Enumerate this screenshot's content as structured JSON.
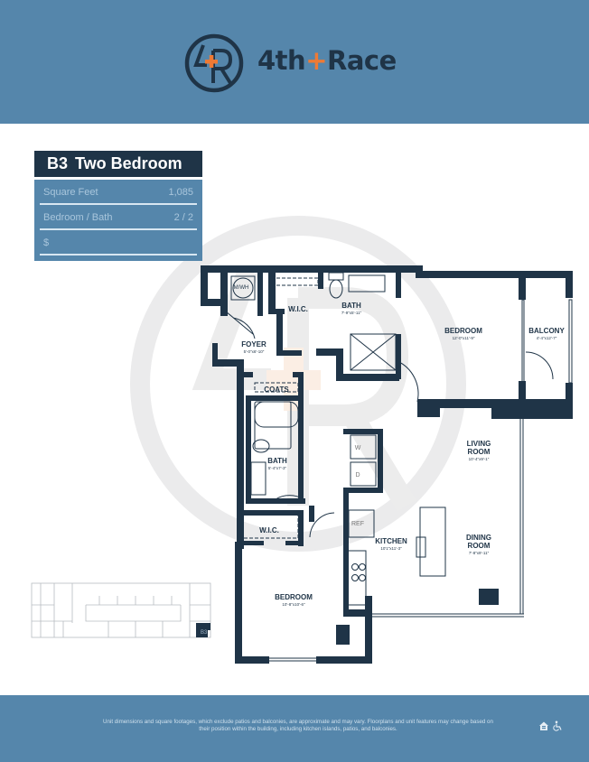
{
  "brand": {
    "name_part1": "4th",
    "name_plus": "+",
    "name_part2": "Race",
    "monogram": "4R",
    "colors": {
      "primary": "#1f3447",
      "accent": "#ee7a35",
      "header_bg": "#5586ab"
    }
  },
  "unit": {
    "code": "B3",
    "type": "Two Bedroom",
    "rows": [
      {
        "label": "Square Feet",
        "value": "1,085"
      },
      {
        "label": "Bedroom / Bath",
        "value": "2 / 2"
      },
      {
        "label": "$",
        "value": ""
      }
    ]
  },
  "rooms": [
    {
      "name": "FOYER",
      "dims": "5'-0\"x6'-10\""
    },
    {
      "name": "W.I.C.",
      "dims": ""
    },
    {
      "name": "BATH",
      "dims": "7'-9\"x5'-11\""
    },
    {
      "name": "BEDROOM",
      "dims": "12'-0\"x11'-9\""
    },
    {
      "name": "BALCONY",
      "dims": "4'-4\"x12'-7\""
    },
    {
      "name": "COATS",
      "dims": ""
    },
    {
      "name": "BATH",
      "dims": "5'-4\"x7'-3\""
    },
    {
      "name": "LIVING",
      "name2": "ROOM",
      "dims": "10'-4\"x9'-1\""
    },
    {
      "name": "KITCHEN",
      "dims": "10'1\"x11'-3\""
    },
    {
      "name": "DINING",
      "name2": "ROOM",
      "dims": "7'-8\"x9'-11\""
    },
    {
      "name": "W.I.C.",
      "dims": ""
    },
    {
      "name": "BEDROOM",
      "dims": "10'-8\"x10'-6\""
    }
  ],
  "fixtures": {
    "water_heater": "M/WH",
    "washer": "W",
    "dryer": "D",
    "fridge": "REF"
  },
  "keyplan": {
    "highlight": "B3"
  },
  "footer": {
    "disclaimer": "Unit dimensions and square footages, which exclude patios and balconies, are approximate and may vary. Floorplans and unit features may change based on their position within the building, including kitchen islands, patios, and balconies.",
    "icons": [
      "equal-housing-icon",
      "accessibility-icon"
    ]
  }
}
